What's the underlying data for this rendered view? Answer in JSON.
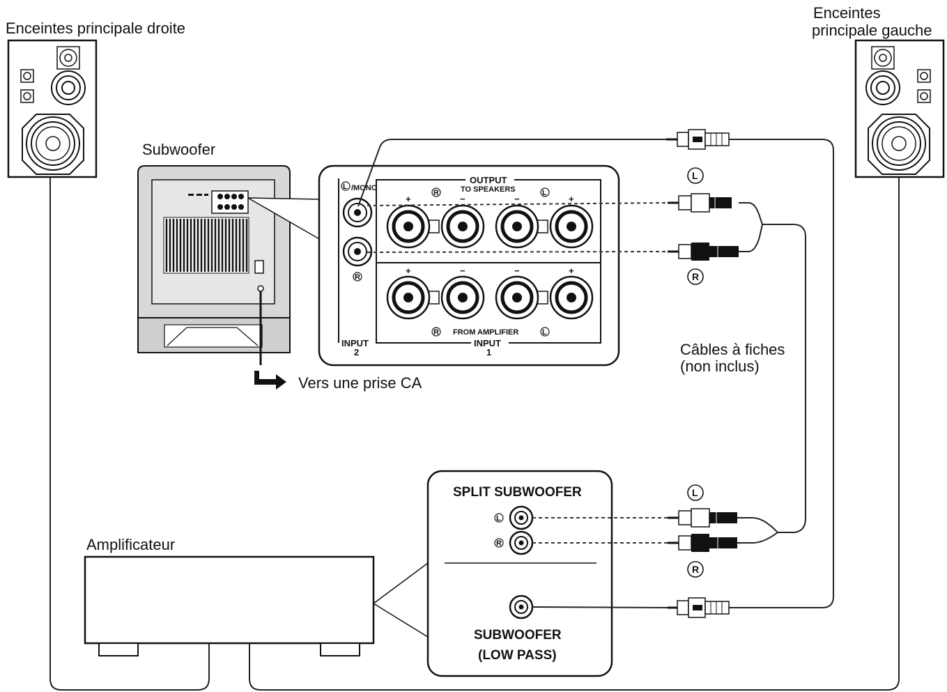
{
  "labels": {
    "right_speaker": "Enceintes principale droite",
    "left_speaker_line1": "Enceintes",
    "left_speaker_line2": "principale gauche",
    "subwoofer": "Subwoofer",
    "ac_outlet": "Vers une prise CA",
    "cables_line1": "Câbles à fiches",
    "cables_line2": "(non inclus)",
    "amplifier": "Amplificateur"
  },
  "subwoofer_panel": {
    "mono_label": "/MONO",
    "output_label": "OUTPUT",
    "to_speakers": "TO SPEAKERS",
    "from_amplifier": "FROM AMPLIFIER",
    "input_label": "INPUT",
    "input1_num": "1",
    "input2_num": "2",
    "plus": "+",
    "minus": "−",
    "left_letter": "L",
    "right_letter": "R"
  },
  "amp_panel": {
    "split_subwoofer": "SPLIT SUBWOOFER",
    "subwoofer_line1": "SUBWOOFER",
    "subwoofer_line2": "(LOW PASS)",
    "left_letter": "L",
    "right_letter": "R"
  },
  "colors": {
    "line": "#111111",
    "background": "#ffffff",
    "panel_fill": "#f4f4f4",
    "cabinet_fill": "#d8d8d8"
  }
}
